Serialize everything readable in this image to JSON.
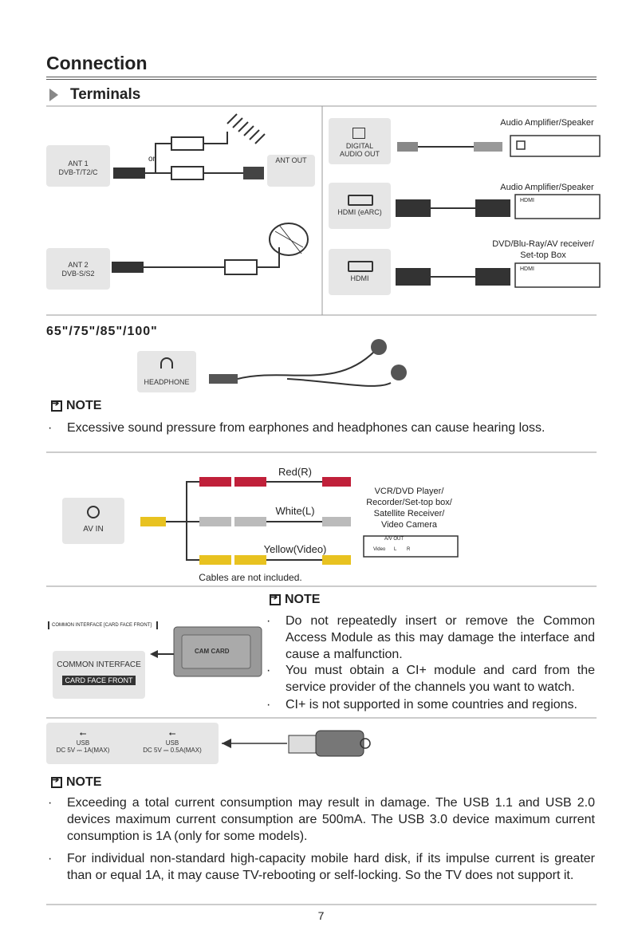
{
  "page_title": "Connection",
  "section_title": "Terminals",
  "terminals": {
    "ant1": [
      "ANT 1",
      "DVB-T/T2/C"
    ],
    "ant_out": "ANT OUT",
    "or": "or",
    "ant2": [
      "ANT 2",
      "DVB-S/S2"
    ],
    "digital_audio_out": [
      "DIGITAL",
      "AUDIO OUT"
    ],
    "hdmi_earc": "HDMI (eARC)",
    "hdmi": "HDMI",
    "amp1": "Audio Amplifier/Speaker",
    "amp2": "Audio Amplifier/Speaker",
    "dvd": [
      "DVD/Blu-Ray/AV receiver/",
      "Set-top Box"
    ],
    "hdmi_device_label": "HDMI"
  },
  "sizes_label": "65\"/75\"/85\"/100\"",
  "headphone_label": "HEADPHONE",
  "note_label": "NOTE",
  "note1": "Excessive sound pressure from earphones and headphones can cause hearing loss.",
  "av": {
    "av_in": "AV IN",
    "red": "Red(R)",
    "white": "White(L)",
    "yellow": "Yellow(Video)",
    "device": [
      "VCR/DVD Player/",
      "Recorder/Set-top box/",
      "Satellite Receiver/",
      "Video Camera"
    ],
    "av_out": "A/V OUT",
    "jacks": [
      "Video",
      "L",
      "R"
    ],
    "cables_note": "Cables are not included."
  },
  "ci": {
    "label_small": "COMMON INTERFACE [CARD FACE FRONT]",
    "label_top": "COMMON INTERFACE",
    "label_bottom": "CARD FACE FRONT",
    "cam_card": "CAM CARD",
    "notes": [
      "Do not repeatedly insert or remove the Common Access Module as this may damage the interface and cause a malfunction.",
      "You must obtain a CI+ module and card from the service provider of the channels you want to watch.",
      "CI+ is not supported in some countries and regions."
    ]
  },
  "usb": {
    "usb1_label": "USB",
    "usb1_spec": "DC 5V ⎓ 1A(MAX)",
    "usb2_label": "USB",
    "usb2_spec": "DC 5V ⎓ 0.5A(MAX)"
  },
  "usb_notes": [
    "Exceeding a total current consumption may result in damage. The USB 1.1 and USB 2.0 devices maximum current consumption are 500mA. The USB 3.0 device maximum current consumption is 1A (only for some models).",
    "For individual non-standard high-capacity mobile hard disk, if its impulse current is greater than or equal 1A, it may cause TV-rebooting or self-locking. So the TV does not support it."
  ],
  "page_number": "7"
}
